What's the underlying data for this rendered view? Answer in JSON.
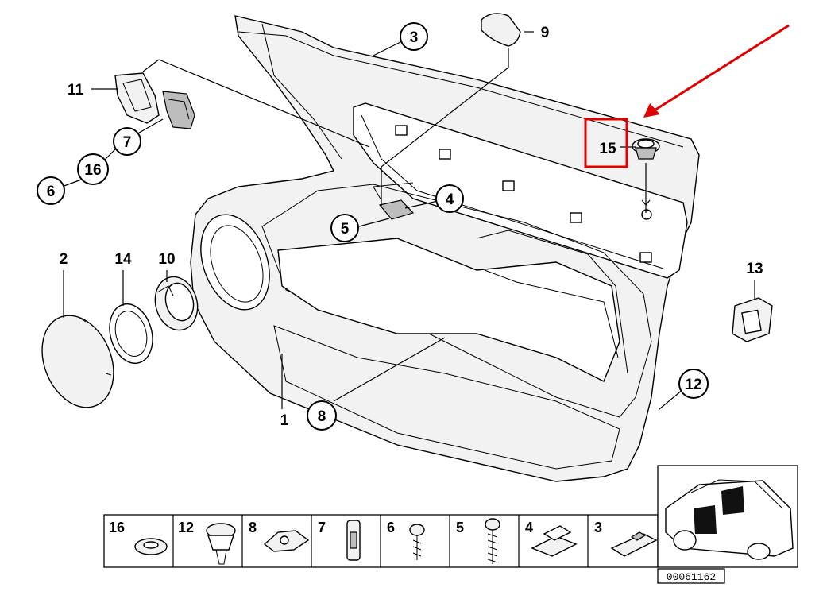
{
  "diagram": {
    "callouts": [
      {
        "id": "c1",
        "label": "1"
      },
      {
        "id": "c2",
        "label": "2"
      },
      {
        "id": "c3",
        "label": "3"
      },
      {
        "id": "c4",
        "label": "4"
      },
      {
        "id": "c5",
        "label": "5"
      },
      {
        "id": "c6",
        "label": "6"
      },
      {
        "id": "c7",
        "label": "7"
      },
      {
        "id": "c8",
        "label": "8"
      },
      {
        "id": "c9",
        "label": "9"
      },
      {
        "id": "c10",
        "label": "10"
      },
      {
        "id": "c11",
        "label": "11"
      },
      {
        "id": "c12",
        "label": "12"
      },
      {
        "id": "c13",
        "label": "13"
      },
      {
        "id": "c14",
        "label": "14"
      },
      {
        "id": "c15",
        "label": "15"
      },
      {
        "id": "c16",
        "label": "16"
      }
    ],
    "legend": [
      {
        "label": "16"
      },
      {
        "label": "12"
      },
      {
        "label": "8"
      },
      {
        "label": "7"
      },
      {
        "label": "6"
      },
      {
        "label": "5"
      },
      {
        "label": "4"
      },
      {
        "label": "3"
      }
    ],
    "reference_number": "00061162",
    "highlight_color": "#e00000"
  }
}
